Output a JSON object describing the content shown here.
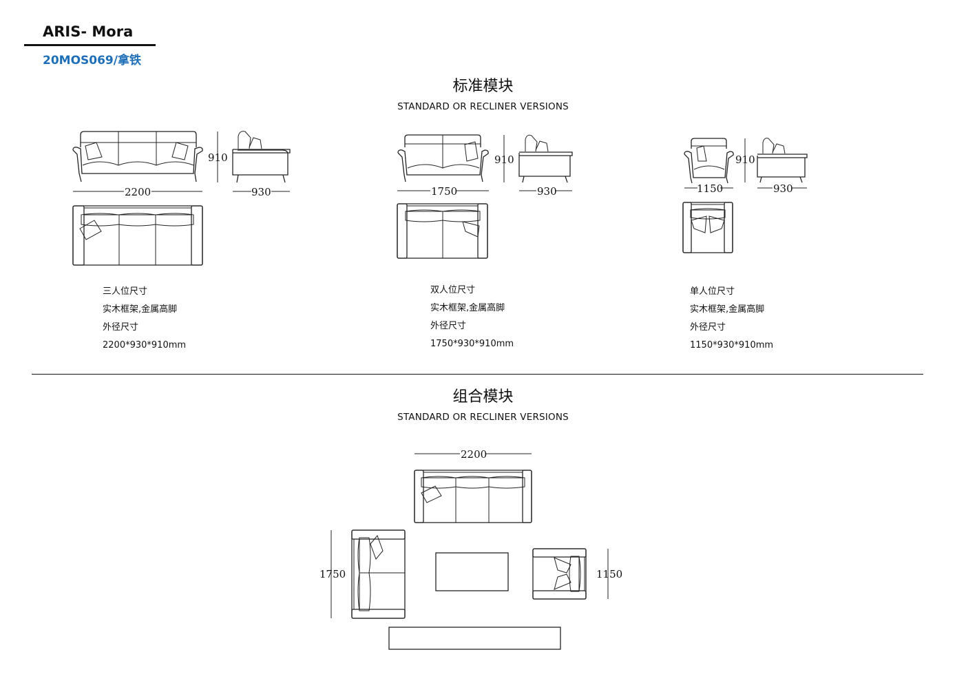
{
  "header": {
    "brand": "ARIS- Mora",
    "model": "20MOS069/拿铁"
  },
  "standard": {
    "title": "标准模块",
    "subtitle": "STANDARD OR RECLINER VERSIONS",
    "products": [
      {
        "name": "三人位尺寸",
        "material": "实木框架,金属高脚",
        "outer_label": "外径尺寸",
        "size": "2200*930*910mm",
        "width": "2200",
        "depth": "930",
        "height": "910"
      },
      {
        "name": "双人位尺寸",
        "material": "实木框架,金属高脚",
        "outer_label": "外径尺寸",
        "size": "1750*930*910mm",
        "width": "1750",
        "depth": "930",
        "height": "910"
      },
      {
        "name": "单人位尺寸",
        "material": "实木框架,金属高脚",
        "outer_label": "外径尺寸",
        "size": "1150*930*910mm",
        "width": "1150",
        "depth": "930",
        "height": "910"
      }
    ]
  },
  "combo": {
    "title": "组合模块",
    "subtitle": "STANDARD OR RECLINER VERSIONS",
    "dim_top": "2200",
    "dim_left": "1750",
    "dim_right": "1150"
  },
  "colors": {
    "model_text": "#1f6fb8",
    "line": "#222222"
  }
}
